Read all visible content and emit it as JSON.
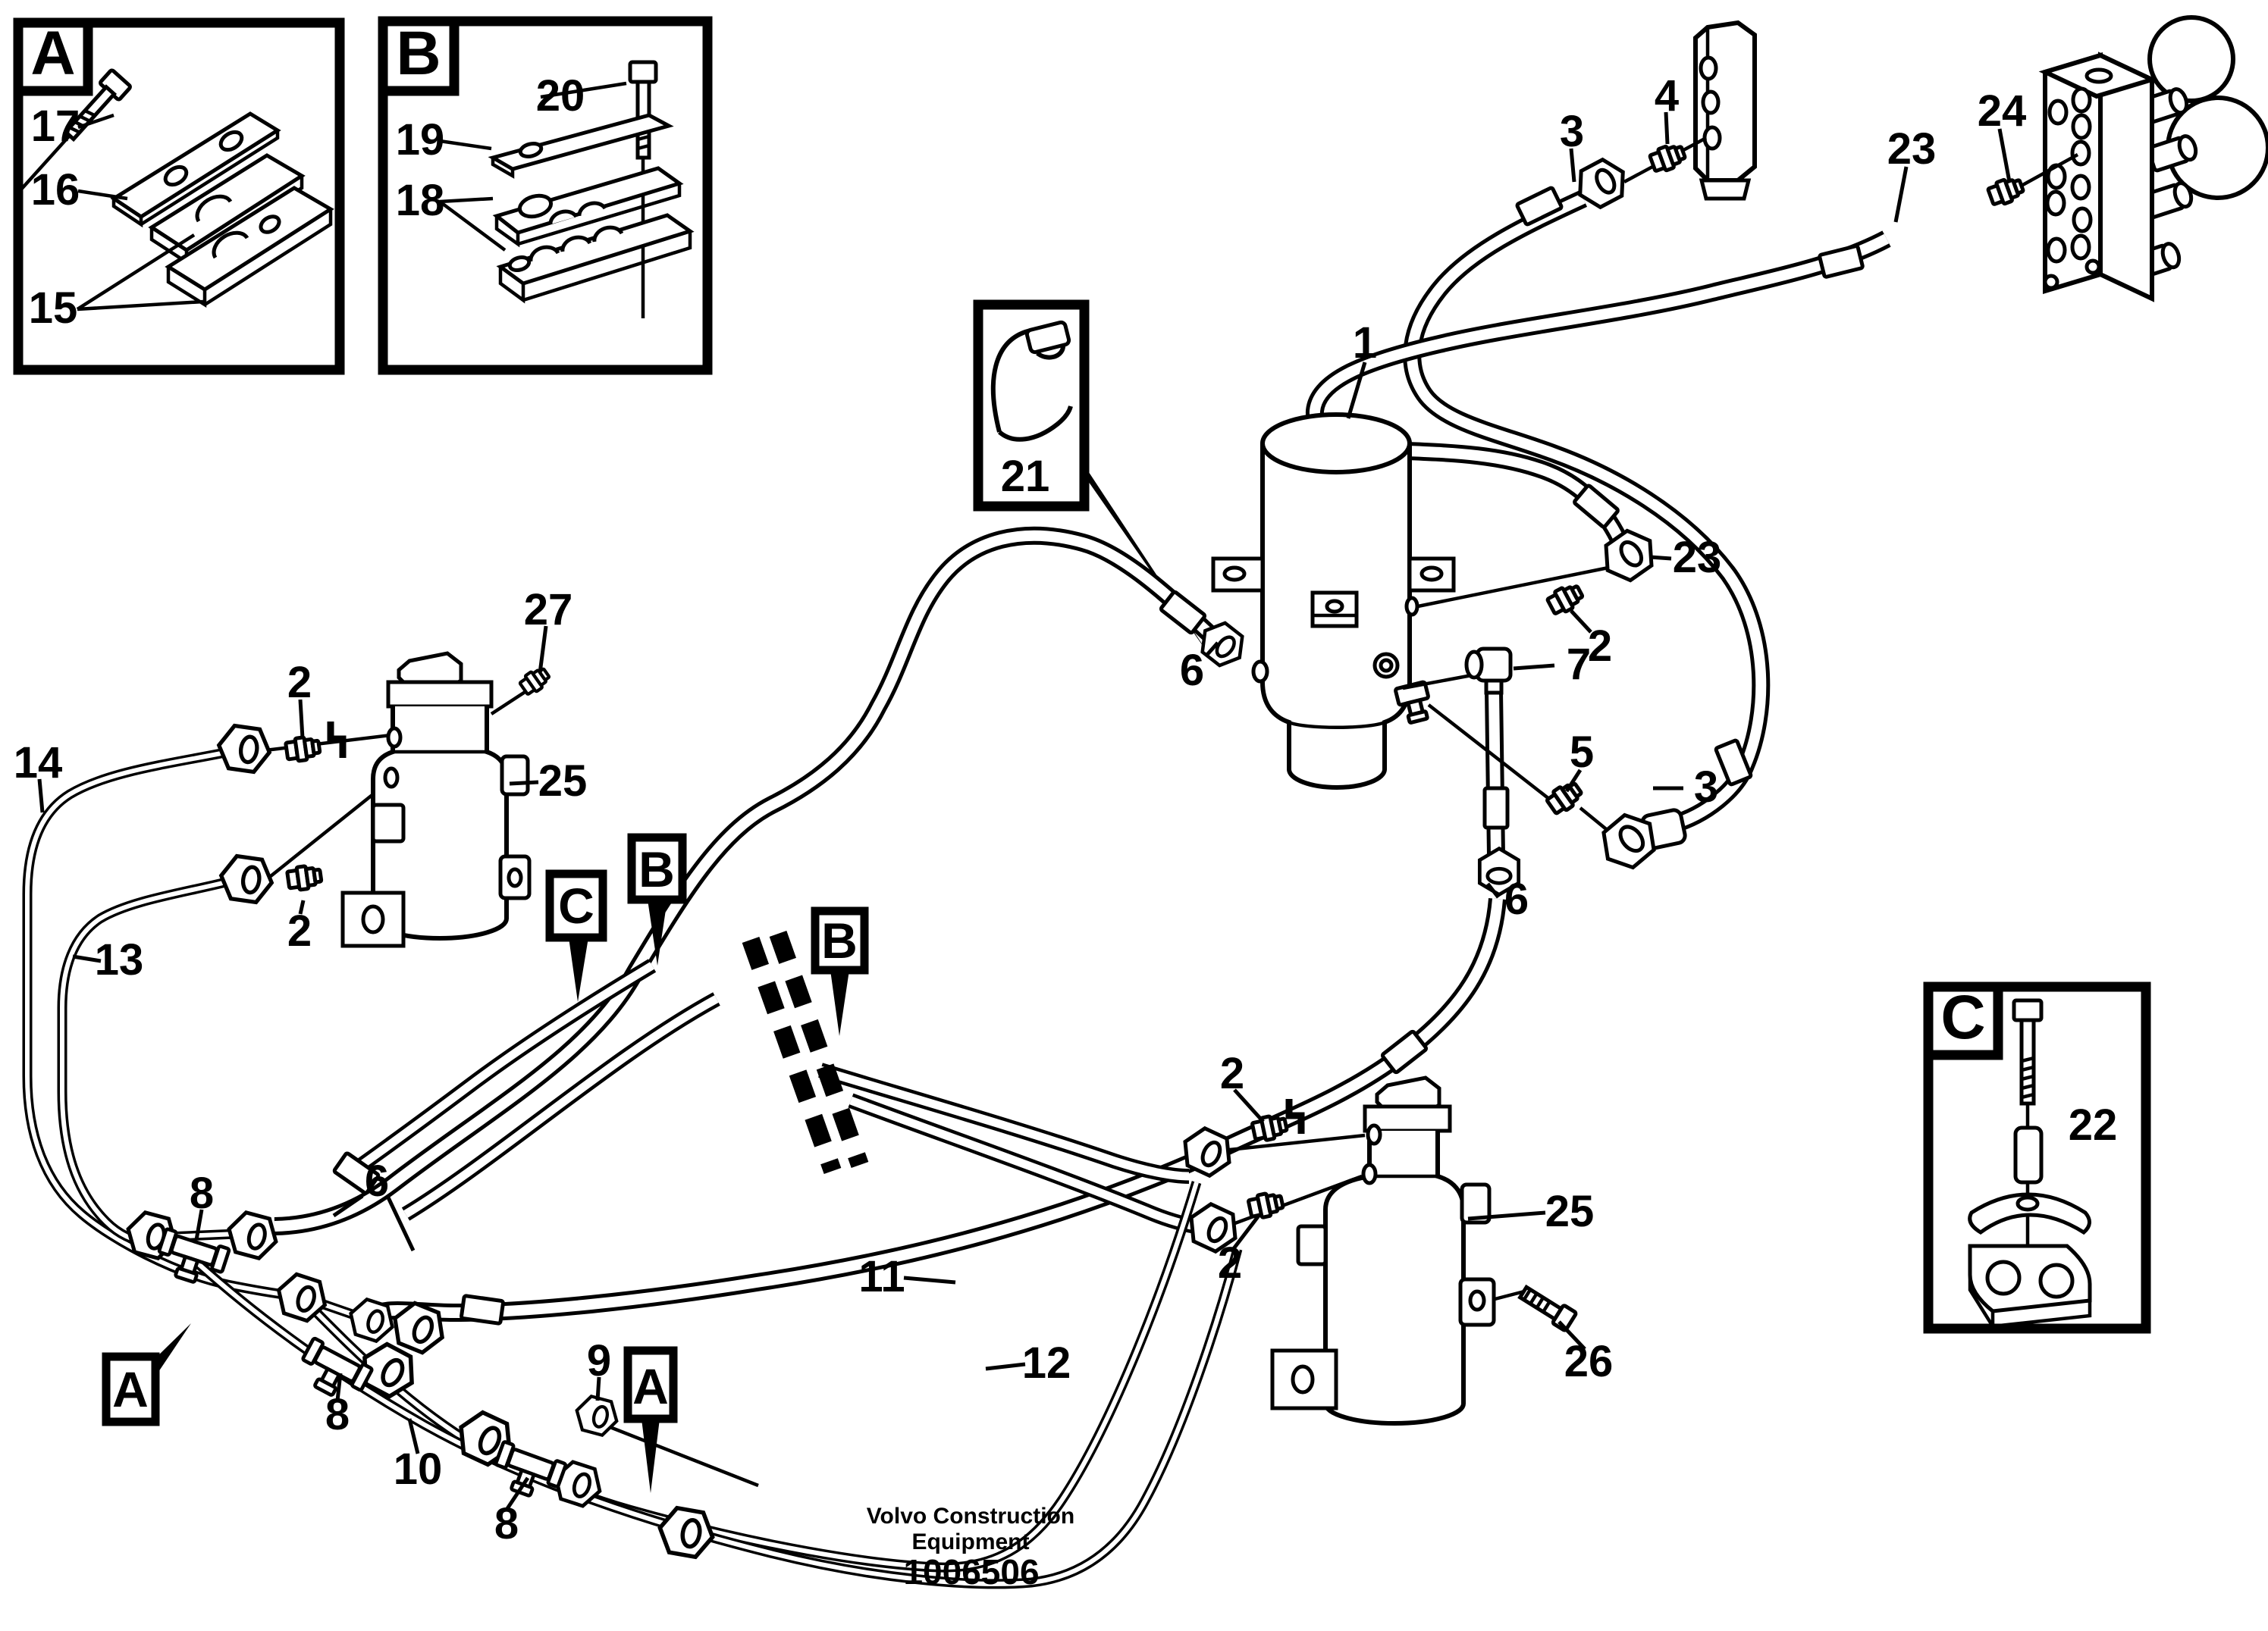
{
  "figure": {
    "company_line1": "Volvo Construction",
    "company_line2": "Equipment",
    "figure_number": "1006506"
  },
  "detail_boxes": {
    "a": {
      "letter": "A"
    },
    "b": {
      "letter": "B"
    },
    "c": {
      "letter": "C"
    }
  },
  "view_markers": {
    "c1": {
      "letter": "C"
    },
    "b1": {
      "letter": "B"
    },
    "b2": {
      "letter": "B"
    },
    "a1": {
      "letter": "A"
    },
    "a2": {
      "letter": "A"
    }
  },
  "callouts": [
    {
      "label": "17"
    },
    {
      "label": "16"
    },
    {
      "label": "15"
    },
    {
      "label": "20"
    },
    {
      "label": "19"
    },
    {
      "label": "18"
    },
    {
      "label": "21"
    },
    {
      "label": "1"
    },
    {
      "label": "3"
    },
    {
      "label": "4"
    },
    {
      "label": "23"
    },
    {
      "label": "24"
    },
    {
      "label": "23"
    },
    {
      "label": "2"
    },
    {
      "label": "7"
    },
    {
      "label": "5"
    },
    {
      "label": "3"
    },
    {
      "label": "6"
    },
    {
      "label": "6"
    },
    {
      "label": "27"
    },
    {
      "label": "2"
    },
    {
      "label": "2"
    },
    {
      "label": "25"
    },
    {
      "label": "14"
    },
    {
      "label": "13"
    },
    {
      "label": "6"
    },
    {
      "label": "8"
    },
    {
      "label": "8"
    },
    {
      "label": "10"
    },
    {
      "label": "8"
    },
    {
      "label": "9"
    },
    {
      "label": "11"
    },
    {
      "label": "12"
    },
    {
      "label": "2"
    },
    {
      "label": "2"
    },
    {
      "label": "25"
    },
    {
      "label": "26"
    },
    {
      "label": "22"
    }
  ]
}
